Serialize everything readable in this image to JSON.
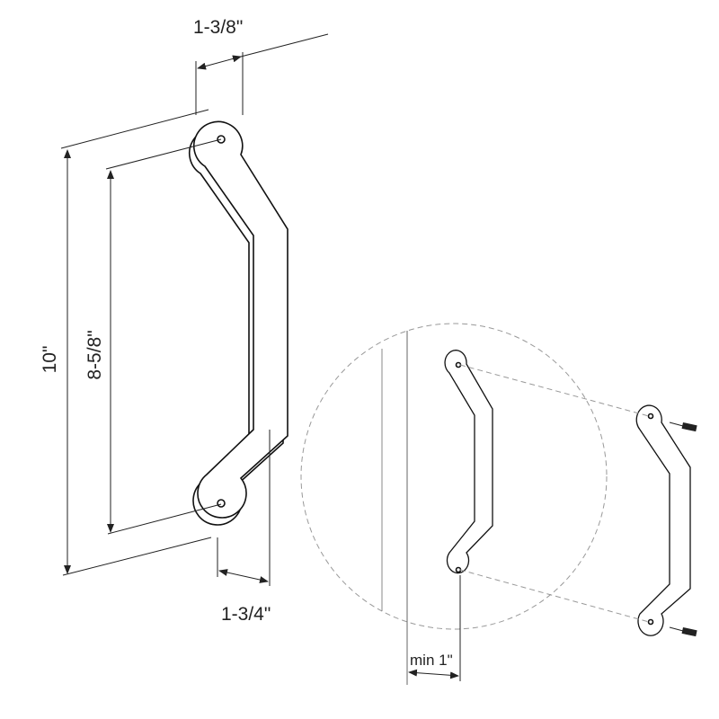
{
  "dimensions": {
    "top_width": "1-3/8\"",
    "overall_length": "10\"",
    "hole_spacing": "8-5/8\"",
    "depth": "1-3/4\"",
    "min_clearance": "min 1\""
  },
  "colors": {
    "line": "#222222",
    "dashed": "#999999",
    "background": "#ffffff"
  }
}
